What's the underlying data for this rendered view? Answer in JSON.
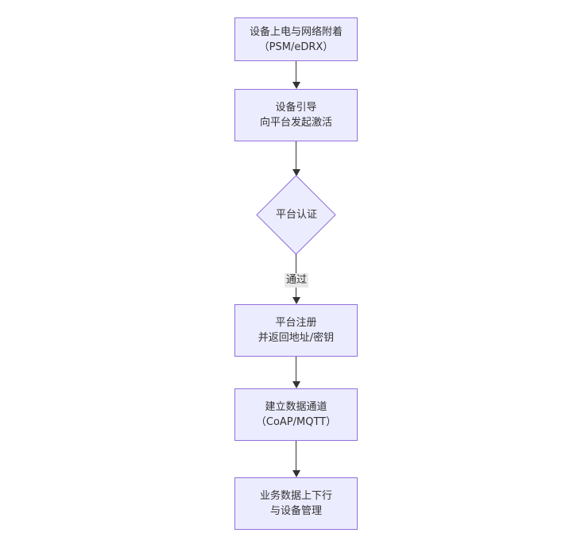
{
  "diagram": {
    "type": "flowchart",
    "direction": "top-down",
    "nodes": {
      "power_attach": {
        "shape": "rect",
        "line1": "设备上电与网络附着",
        "line2": "（PSM/eDRX）"
      },
      "bootstrap": {
        "shape": "rect",
        "line1": "设备引导",
        "line2": "向平台发起激活"
      },
      "auth": {
        "shape": "diamond",
        "label": "平台认证"
      },
      "register": {
        "shape": "rect",
        "line1": "平台注册",
        "line2": "并返回地址/密钥"
      },
      "channel": {
        "shape": "rect",
        "line1": "建立数据通道",
        "line2": "（CoAP/MQTT）"
      },
      "business": {
        "shape": "rect",
        "line1": "业务数据上下行",
        "line2": "与设备管理"
      }
    },
    "edges": {
      "auth_to_register_label": "通过"
    },
    "colors": {
      "node_fill": "#ECECFF",
      "node_border": "#9370DB",
      "text": "#333333",
      "arrow": "#333333",
      "edge_label_bg": "#e8e8e8",
      "background": "#ffffff"
    }
  }
}
